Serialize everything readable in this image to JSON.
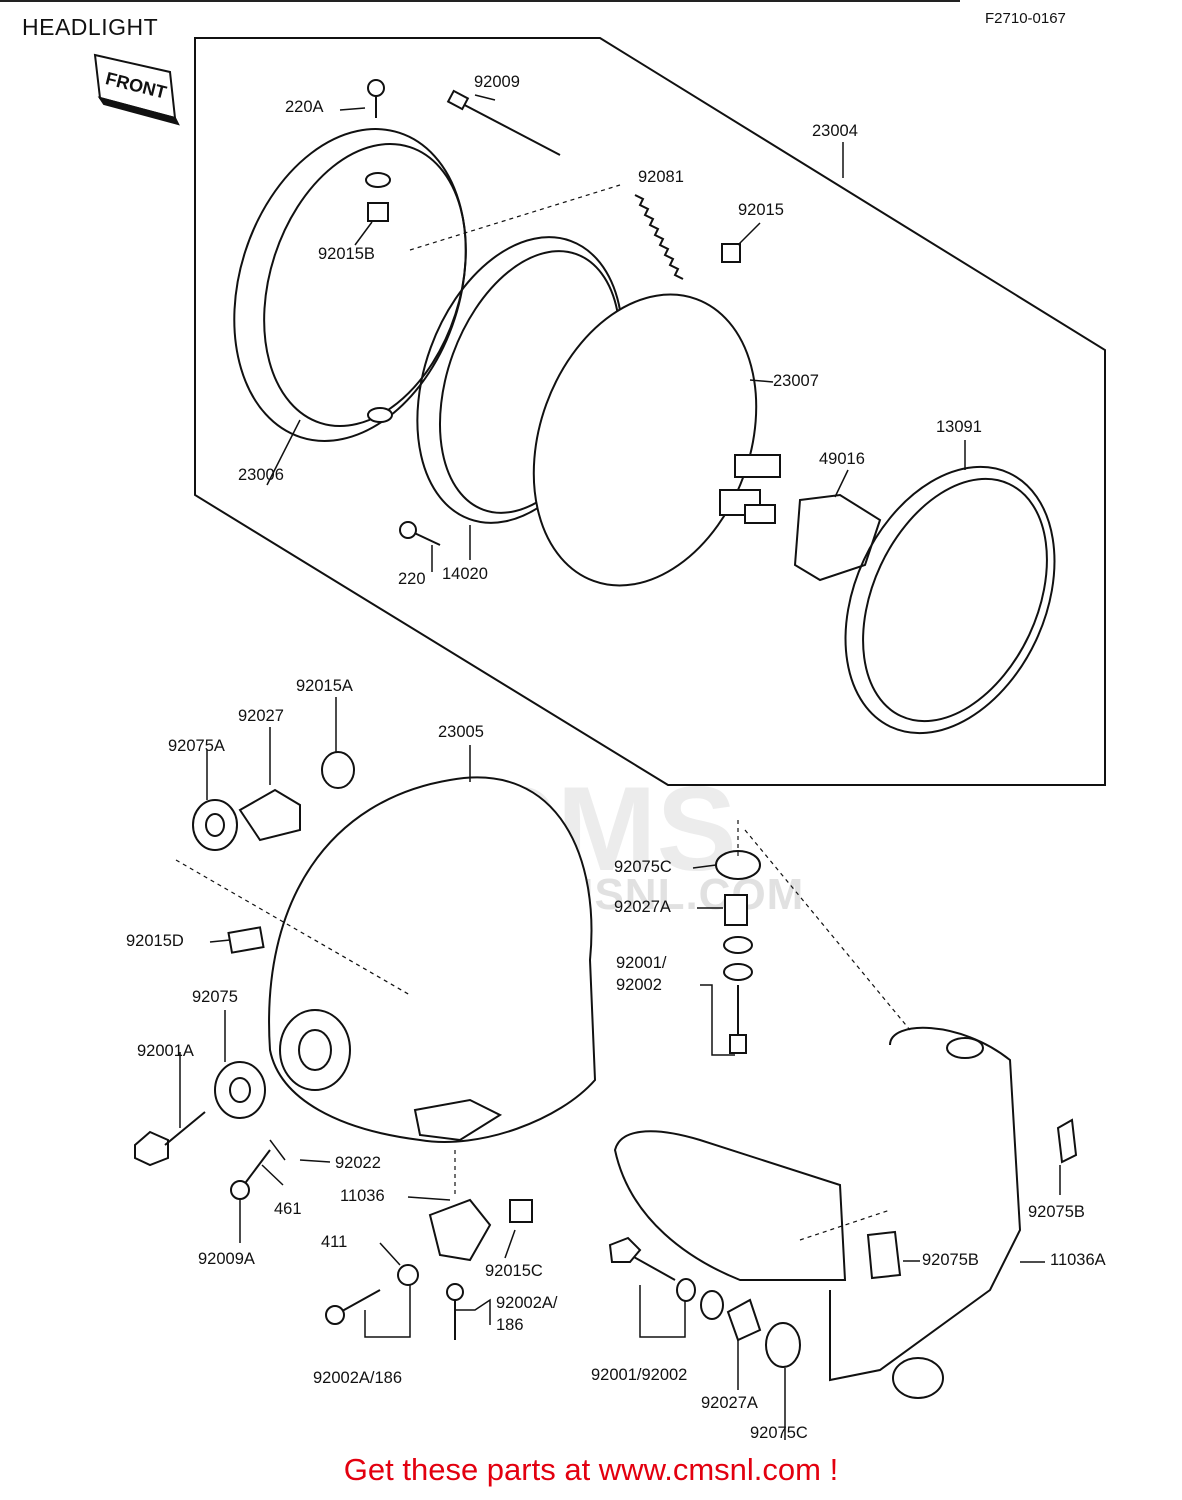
{
  "header": {
    "title": "HEADLIGHT",
    "code": "F2710-0167"
  },
  "front_badge": "FRONT",
  "watermark": {
    "brand": "CMS",
    "url": "WWW.CMSNL.COM"
  },
  "footer": {
    "text": "Get these parts at www.cmsnl.com !"
  },
  "parts": {
    "p220A": "220A",
    "p92009": "92009",
    "p23004": "23004",
    "p92081": "92081",
    "p92015": "92015",
    "p92015B": "92015B",
    "p23007": "23007",
    "p13091": "13091",
    "p49016": "49016",
    "p23006": "23006",
    "p220": "220",
    "p14020": "14020",
    "p92015A": "92015A",
    "p92027": "92027",
    "p92075A": "92075A",
    "p23005": "23005",
    "p92075C_a": "92075C",
    "p92027A_a": "92027A",
    "p92001_92002_a": "92001/\n92002",
    "p92015D": "92015D",
    "p92075": "92075",
    "p92001A": "92001A",
    "p92022": "92022",
    "p11036": "11036",
    "p461": "461",
    "p92075B_a": "92075B",
    "p411": "411",
    "p92015C": "92015C",
    "p92009A": "92009A",
    "p92075B_b": "92075B",
    "p11036A": "11036A",
    "p92002A_186_a": "92002A/\n186",
    "p92002A_186_b": "92002A/186",
    "p92001_92002_b": "92001/92002",
    "p92027A_b": "92027A",
    "p92075C_b": "92075C"
  }
}
